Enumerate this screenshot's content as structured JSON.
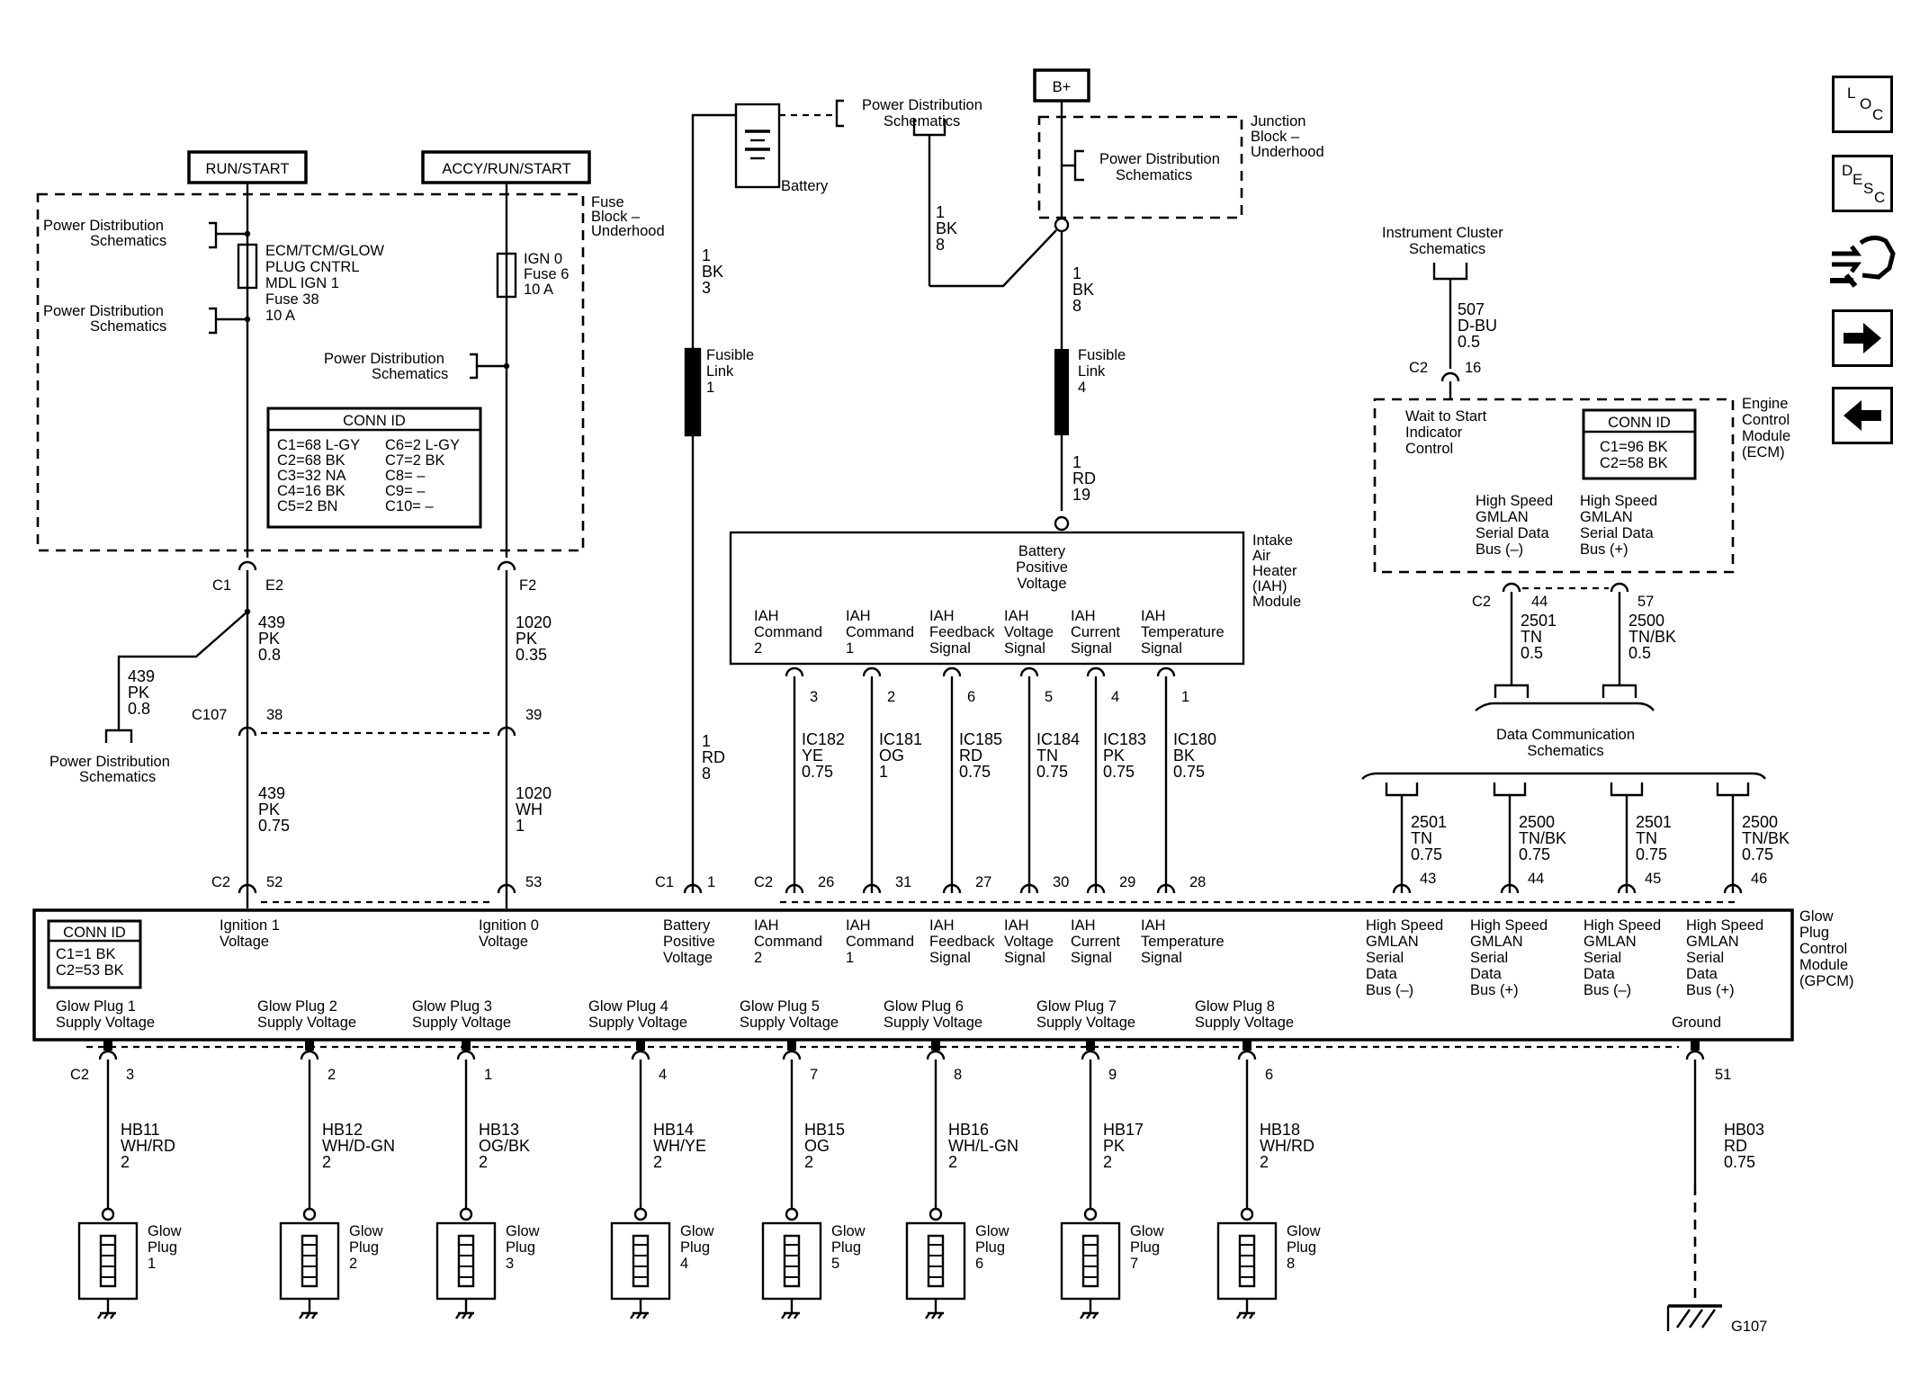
{
  "supplies": {
    "run_start": "RUN/START",
    "accy_run_start": "ACCY/RUN/START",
    "b_plus": "B+"
  },
  "fuse_block": {
    "title": [
      "Fuse",
      "Block –",
      "Underhood"
    ],
    "fuse38": [
      "ECM/TCM/GLOW",
      "PLUG CNTRL",
      "MDL IGN 1",
      "Fuse 38",
      "10 A"
    ],
    "fuse6": [
      "IGN 0",
      "Fuse 6",
      "10 A"
    ],
    "conn_title": "CONN ID",
    "conn_left": [
      "C1=68 L-GY",
      "C2=68 BK",
      "C3=32 NA",
      "C4=16 BK",
      "C5=2 BN"
    ],
    "conn_right": [
      "C6=2 L-GY",
      "C7=2 BK",
      "C8= –",
      "C9= –",
      "C10= –"
    ]
  },
  "power_dist": [
    "Power Distribution",
    "Schematics"
  ],
  "battery": {
    "label": "Battery"
  },
  "junction_block": [
    "Junction",
    "Block –",
    "Underhood"
  ],
  "instrument_cluster": [
    "Instrument Cluster",
    "Schematics"
  ],
  "data_comm": [
    "Data Communication",
    "Schematics"
  ],
  "fusible1": [
    "Fusible",
    "Link",
    "1"
  ],
  "fusible4": [
    "Fusible",
    "Link",
    "4"
  ],
  "ecm": {
    "title": [
      "Engine",
      "Control",
      "Module",
      "(ECM)"
    ],
    "wait": [
      "Wait to Start",
      "Indicator",
      "Control"
    ],
    "conn_title": "CONN ID",
    "conn": [
      "C1=96 BK",
      "C2=58 BK"
    ],
    "bus_minus": [
      "High Speed",
      "GMLAN",
      "Serial Data",
      "Bus (–)"
    ],
    "bus_plus": [
      "High Speed",
      "GMLAN",
      "Serial Data",
      "Bus (+)"
    ]
  },
  "iah": {
    "title": [
      "Intake",
      "Air",
      "Heater",
      "(IAH)",
      "Module"
    ],
    "bpv": [
      "Battery",
      "Positive",
      "Voltage"
    ],
    "pins": [
      {
        "label": [
          "IAH",
          "Command",
          "2"
        ],
        "pin": "3",
        "wire": [
          "IC182",
          "YE",
          "0.75"
        ]
      },
      {
        "label": [
          "IAH",
          "Command",
          "1"
        ],
        "pin": "2",
        "wire": [
          "IC181",
          "OG",
          "1"
        ]
      },
      {
        "label": [
          "IAH",
          "Feedback",
          "Signal"
        ],
        "pin": "6",
        "wire": [
          "IC185",
          "RD",
          "0.75"
        ]
      },
      {
        "label": [
          "IAH",
          "Voltage",
          "Signal"
        ],
        "pin": "5",
        "wire": [
          "IC184",
          "TN",
          "0.75"
        ]
      },
      {
        "label": [
          "IAH",
          "Current",
          "Signal"
        ],
        "pin": "4",
        "wire": [
          "IC183",
          "PK",
          "0.75"
        ]
      },
      {
        "label": [
          "IAH",
          "Temperature",
          "Signal"
        ],
        "pin": "1",
        "wire": [
          "IC180",
          "BK",
          "0.75"
        ]
      }
    ]
  },
  "wires": {
    "w439_08": [
      "439",
      "PK",
      "0.8"
    ],
    "w1020_035": [
      "1020",
      "PK",
      "0.35"
    ],
    "w439_075": [
      "439",
      "PK",
      "0.75"
    ],
    "w1020_1": [
      "1020",
      "WH",
      "1"
    ],
    "w1bk3": [
      "1",
      "BK",
      "3"
    ],
    "w1bk8a": [
      "1",
      "BK",
      "8"
    ],
    "w1bk8b": [
      "1",
      "BK",
      "8"
    ],
    "w1rd19": [
      "1",
      "RD",
      "19"
    ],
    "w1rd8": [
      "1",
      "RD",
      "8"
    ],
    "w507": [
      "507",
      "D-BU",
      "0.5"
    ],
    "w2501_05": [
      "2501",
      "TN",
      "0.5"
    ],
    "w2500_05": [
      "2500",
      "TN/BK",
      "0.5"
    ],
    "bus_wires": [
      [
        "2501",
        "TN",
        "0.75"
      ],
      [
        "2500",
        "TN/BK",
        "0.75"
      ],
      [
        "2501",
        "TN",
        "0.75"
      ],
      [
        "2500",
        "TN/BK",
        "0.75"
      ]
    ]
  },
  "connectors": {
    "c1": "C1",
    "e2": "E2",
    "f2": "F2",
    "c107": "C107",
    "c107_38": "38",
    "c107_39": "39",
    "c2": "C2",
    "p52": "52",
    "p53": "53",
    "c1b": "C1",
    "p1": "1",
    "c2b": "C2",
    "iah_pins": [
      "26",
      "31",
      "27",
      "30",
      "29",
      "28"
    ],
    "bus_pins": [
      "43",
      "44",
      "45",
      "46"
    ],
    "ecm_c2_a": "C2",
    "ecm_16": "16",
    "ecm_c2_b": "C2",
    "ecm_44": "44",
    "ecm_57": "57",
    "glow_c2": "C2",
    "ground_pin": "51"
  },
  "gpcm": {
    "title": [
      "Glow",
      "Plug",
      "Control",
      "Module",
      "(GPCM)"
    ],
    "conn_title": "CONN ID",
    "conn": [
      "C1=1 BK",
      "C2=53 BK"
    ],
    "ign1": [
      "Ignition 1",
      "Voltage"
    ],
    "ign0": [
      "Ignition 0",
      "Voltage"
    ],
    "bpv": [
      "Battery",
      "Positive",
      "Voltage"
    ],
    "iah_labels": [
      [
        "IAH",
        "Command",
        "2"
      ],
      [
        "IAH",
        "Command",
        "1"
      ],
      [
        "IAH",
        "Feedback",
        "Signal"
      ],
      [
        "IAH",
        "Voltage",
        "Signal"
      ],
      [
        "IAH",
        "Current",
        "Signal"
      ],
      [
        "IAH",
        "Temperature",
        "Signal"
      ]
    ],
    "bus_labels": [
      [
        "High Speed",
        "GMLAN",
        "Serial",
        "Data",
        "Bus (–)"
      ],
      [
        "High Speed",
        "GMLAN",
        "Serial",
        "Data",
        "Bus (+)"
      ],
      [
        "High Speed",
        "GMLAN",
        "Serial",
        "Data",
        "Bus (–)"
      ],
      [
        "High Speed",
        "GMLAN",
        "Serial",
        "Data",
        "Bus (+)"
      ]
    ],
    "ground": "Ground"
  },
  "glow_plugs": [
    {
      "supply": [
        "Glow Plug 1",
        "Supply Voltage"
      ],
      "pin": "3",
      "wire": [
        "HB11",
        "WH/RD",
        "2"
      ],
      "label": [
        "Glow",
        "Plug",
        "1"
      ]
    },
    {
      "supply": [
        "Glow Plug 2",
        "Supply Voltage"
      ],
      "pin": "2",
      "wire": [
        "HB12",
        "WH/D-GN",
        "2"
      ],
      "label": [
        "Glow",
        "Plug",
        "2"
      ]
    },
    {
      "supply": [
        "Glow Plug 3",
        "Supply Voltage"
      ],
      "pin": "1",
      "wire": [
        "HB13",
        "OG/BK",
        "2"
      ],
      "label": [
        "Glow",
        "Plug",
        "3"
      ]
    },
    {
      "supply": [
        "Glow Plug 4",
        "Supply Voltage"
      ],
      "pin": "4",
      "wire": [
        "HB14",
        "WH/YE",
        "2"
      ],
      "label": [
        "Glow",
        "Plug",
        "4"
      ]
    },
    {
      "supply": [
        "Glow Plug 5",
        "Supply Voltage"
      ],
      "pin": "7",
      "wire": [
        "HB15",
        "OG",
        "2"
      ],
      "label": [
        "Glow",
        "Plug",
        "5"
      ]
    },
    {
      "supply": [
        "Glow Plug 6",
        "Supply Voltage"
      ],
      "pin": "8",
      "wire": [
        "HB16",
        "WH/L-GN",
        "2"
      ],
      "label": [
        "Glow",
        "Plug",
        "6"
      ]
    },
    {
      "supply": [
        "Glow Plug 7",
        "Supply Voltage"
      ],
      "pin": "9",
      "wire": [
        "HB17",
        "PK",
        "2"
      ],
      "label": [
        "Glow",
        "Plug",
        "7"
      ]
    },
    {
      "supply": [
        "Glow Plug 8",
        "Supply Voltage"
      ],
      "pin": "6",
      "wire": [
        "HB18",
        "WH/RD",
        "2"
      ],
      "label": [
        "Glow",
        "Plug",
        "8"
      ]
    }
  ],
  "ground": {
    "wire": [
      "HB03",
      "RD",
      "0.75"
    ],
    "label": "G107"
  },
  "nav": {
    "loc": [
      "L",
      "O",
      "C"
    ],
    "desc": [
      "D",
      "E",
      "S",
      "C"
    ]
  }
}
